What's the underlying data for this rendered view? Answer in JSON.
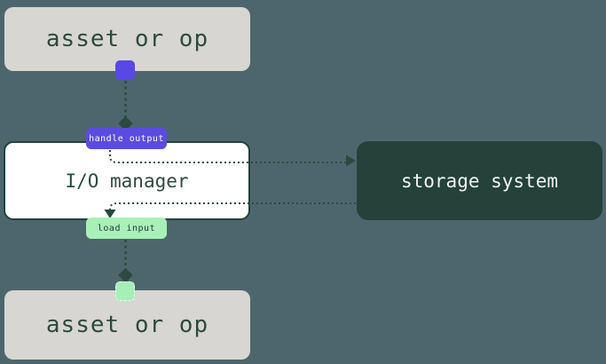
{
  "diagram": {
    "nodes": {
      "asset_top": {
        "label": "asset or op"
      },
      "io_manager": {
        "label": "I/O manager"
      },
      "storage_system": {
        "label": "storage system"
      },
      "asset_bottom": {
        "label": "asset or op"
      }
    },
    "badges": {
      "handle_output": {
        "label": "handle output"
      },
      "load_input": {
        "label": "load input"
      }
    },
    "colors": {
      "background": "#4d666e",
      "node_gray": "#d8d6d2",
      "node_dark_green": "#24423a",
      "io_box_white": "#ffffff",
      "accent_purple": "#5848e5",
      "badge_purple": "#5a4ce0",
      "accent_green": "#a6efb6",
      "badge_green": "#a9f0b8",
      "line_dark_green": "#2b4a3e",
      "text_dark_green": "#2d4a3e",
      "text_light": "#f4f4f2"
    }
  }
}
